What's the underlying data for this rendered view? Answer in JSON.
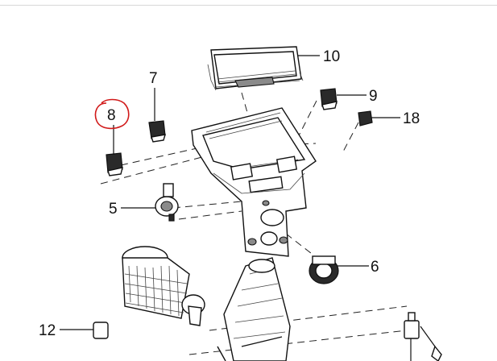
{
  "callouts": [
    {
      "id": "10",
      "label": "10"
    },
    {
      "id": "7",
      "label": "7"
    },
    {
      "id": "9",
      "label": "9"
    },
    {
      "id": "8",
      "label": "8"
    },
    {
      "id": "18",
      "label": "18"
    },
    {
      "id": "5",
      "label": "5"
    },
    {
      "id": "6",
      "label": "6"
    },
    {
      "id": "12",
      "label": "12"
    }
  ],
  "highlight": {
    "target": "8",
    "color": "#d11a1a"
  }
}
